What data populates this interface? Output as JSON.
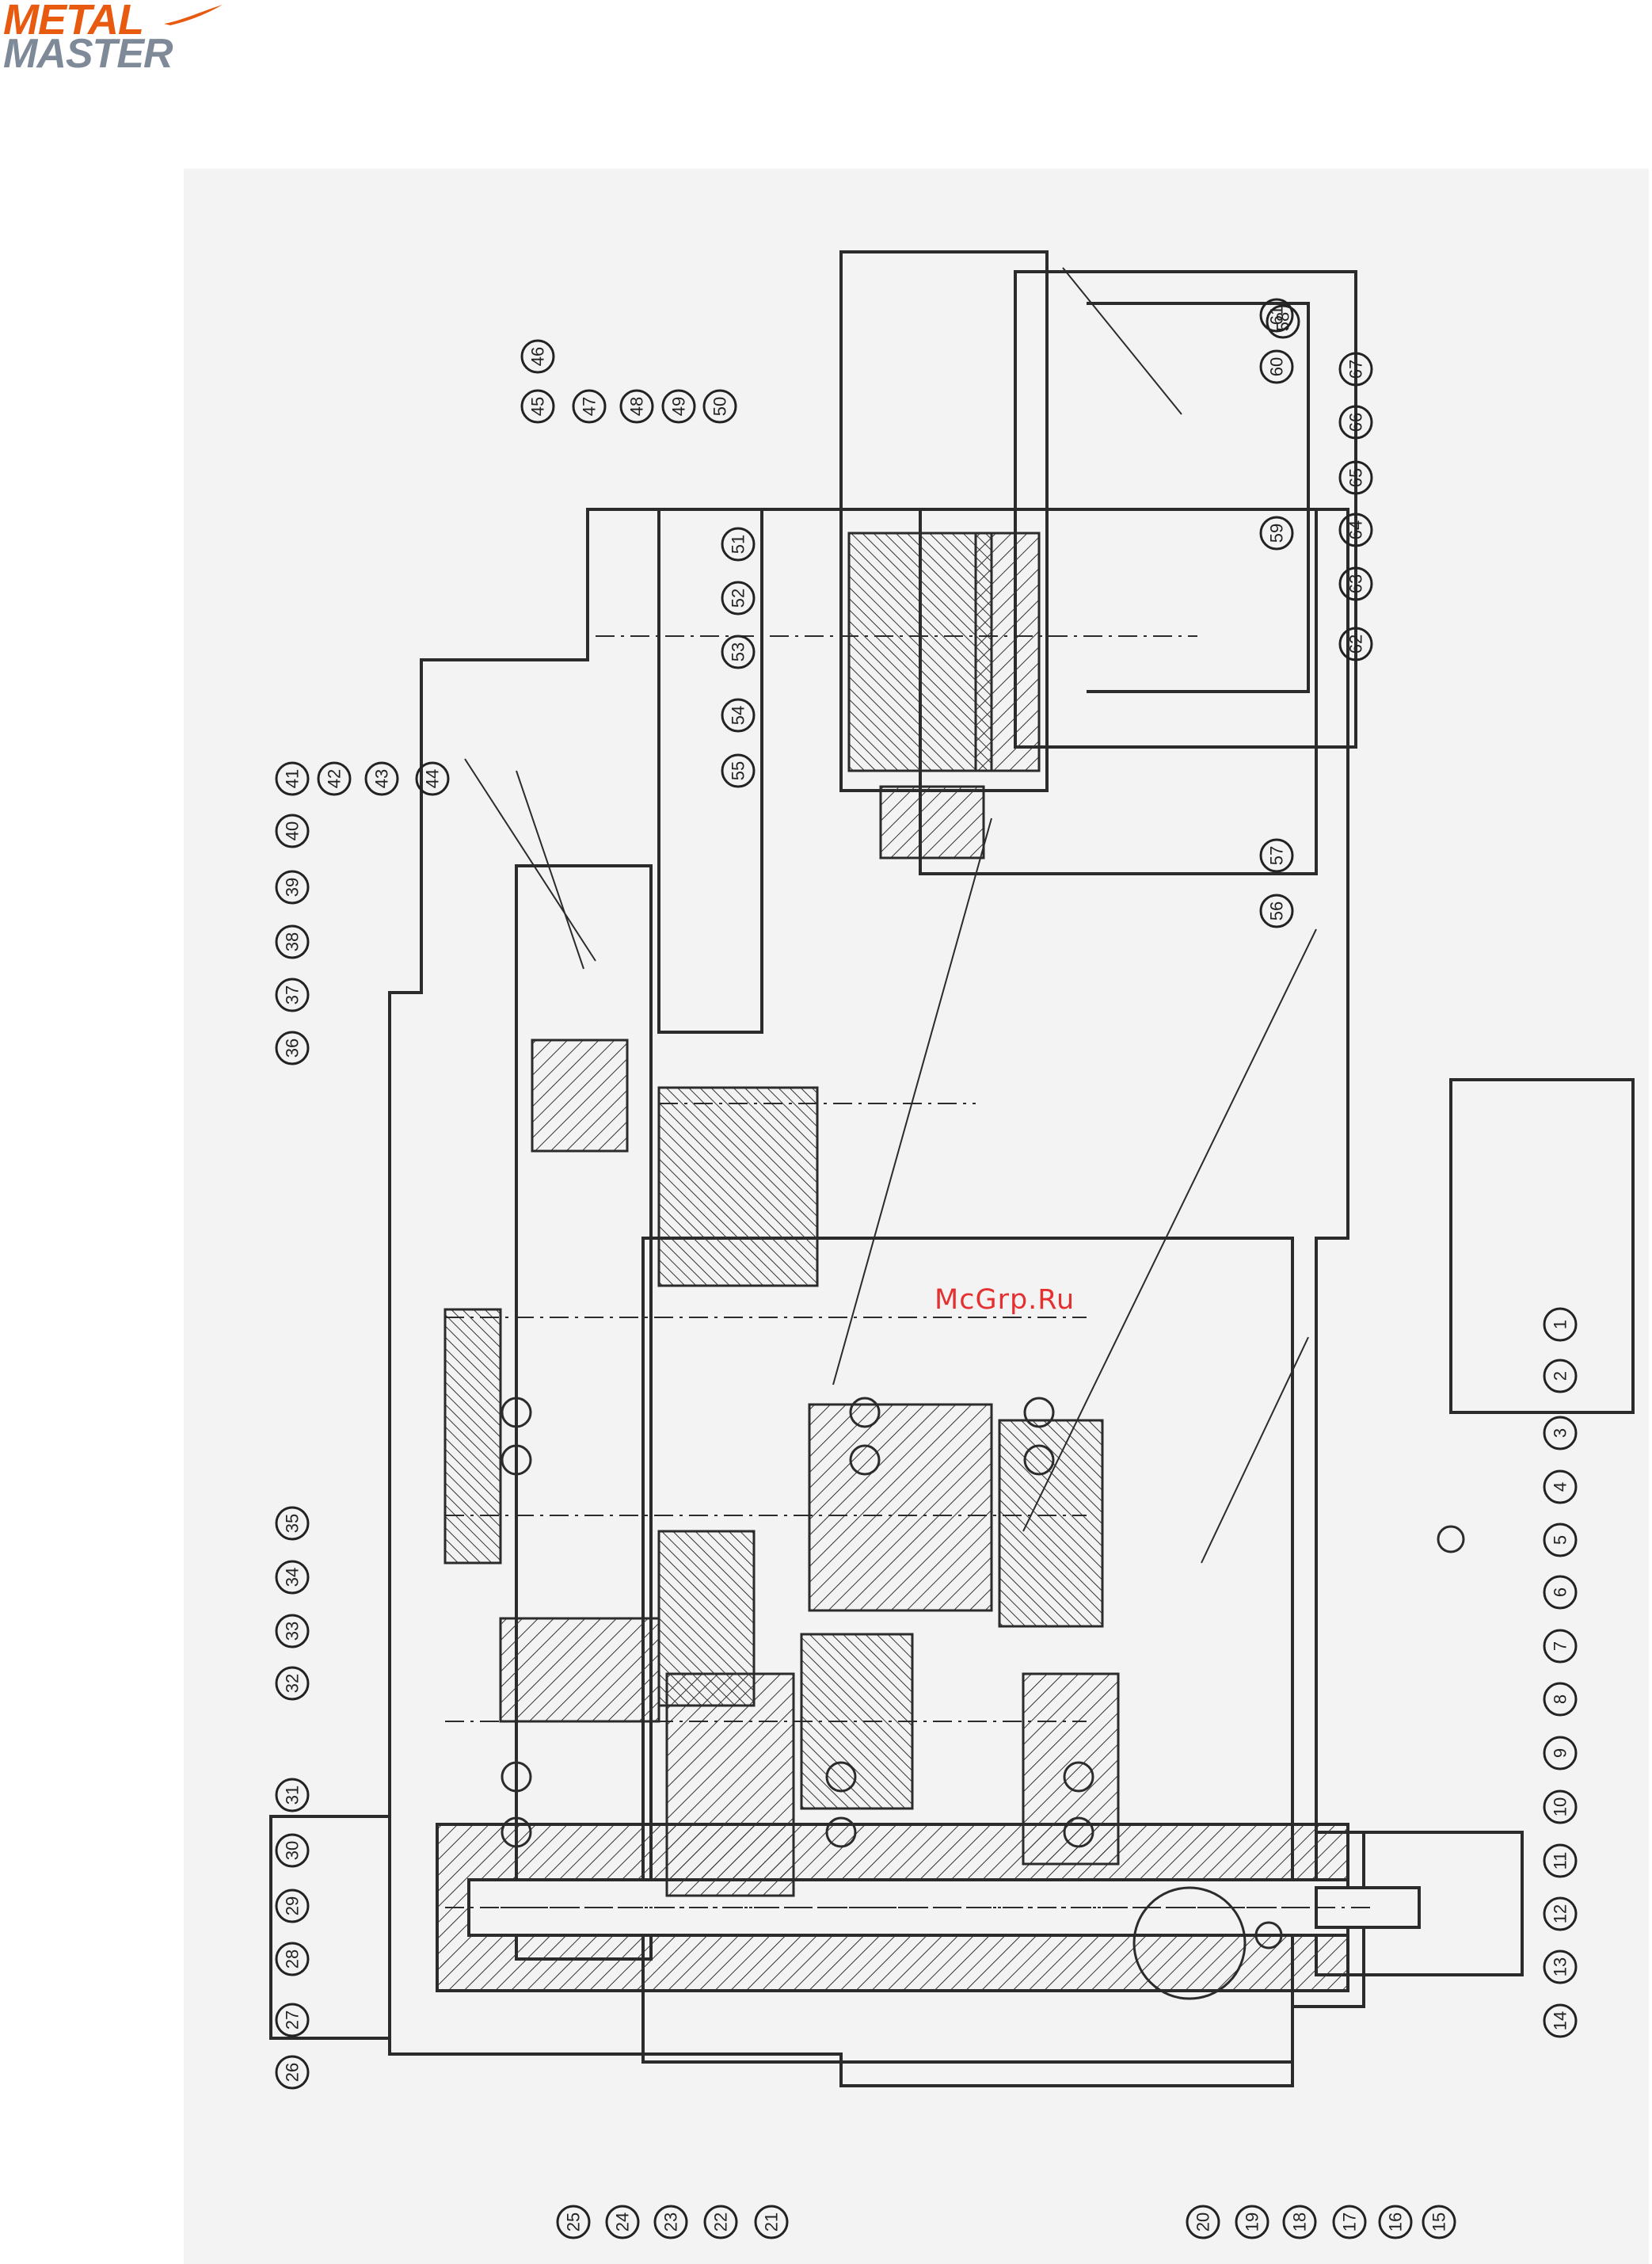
{
  "brand": {
    "line1": "METAL",
    "line2": "MASTER",
    "accent": "#e85a10",
    "grey": "#7f8a99"
  },
  "watermark": "McGrp.Ru",
  "callouts": [
    "1",
    "2",
    "3",
    "4",
    "5",
    "6",
    "7",
    "8",
    "9",
    "10",
    "11",
    "12",
    "13",
    "14",
    "15",
    "16",
    "17",
    "18",
    "19",
    "20",
    "21",
    "22",
    "23",
    "24",
    "25",
    "26",
    "27",
    "28",
    "29",
    "30",
    "31",
    "32",
    "33",
    "34",
    "35",
    "36",
    "37",
    "38",
    "39",
    "40",
    "41",
    "42",
    "43",
    "44",
    "45",
    "46",
    "47",
    "48",
    "49",
    "50",
    "51",
    "52",
    "53",
    "54",
    "55",
    "56",
    "57",
    "58",
    "59",
    "60",
    "61",
    "62",
    "63",
    "64",
    "65",
    "66",
    "67"
  ]
}
